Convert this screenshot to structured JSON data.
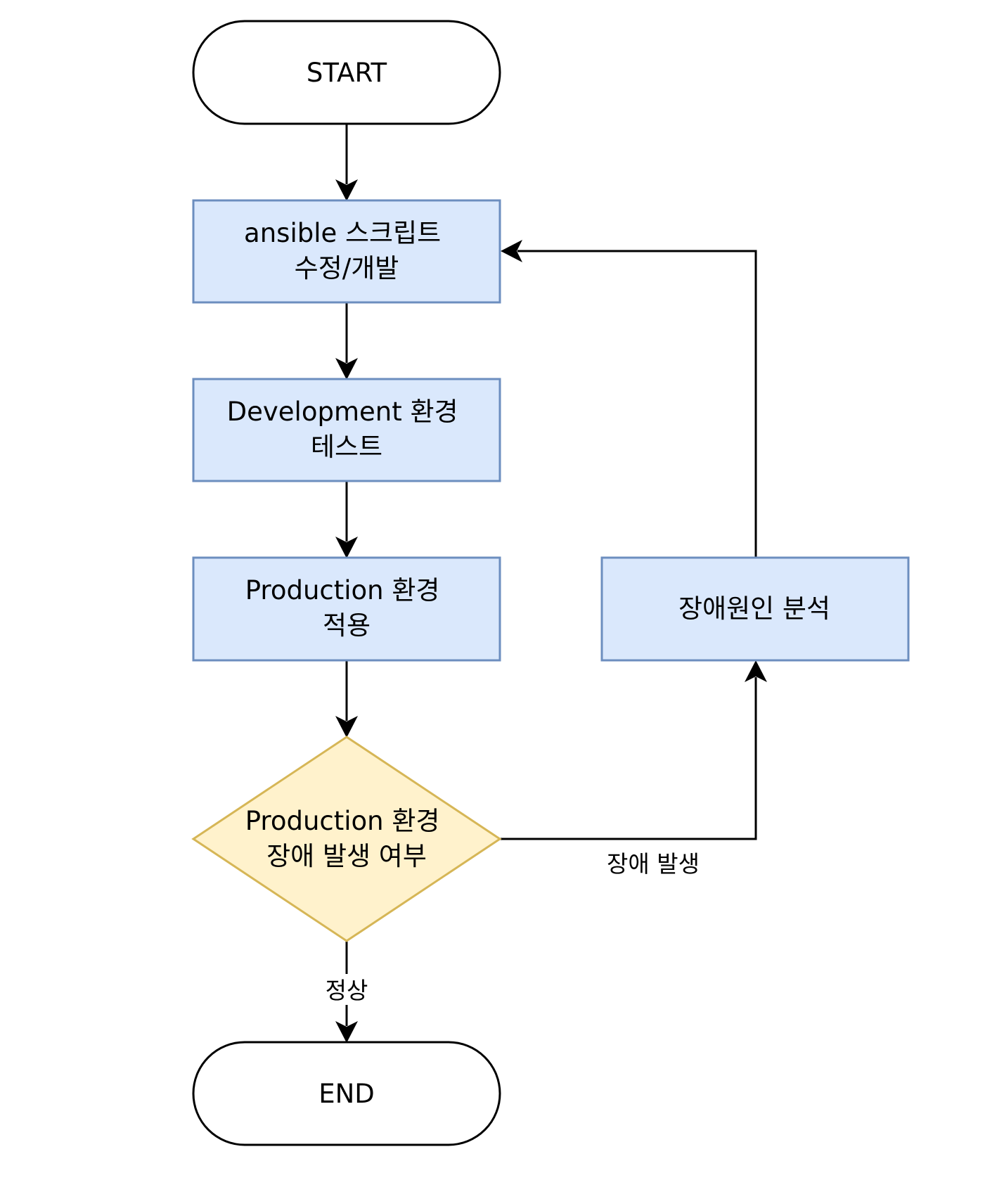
{
  "colors": {
    "terminal_fill": "#ffffff",
    "terminal_stroke": "#000000",
    "process_fill": "#dae8fc",
    "process_stroke": "#6c8ebf",
    "decision_fill": "#fff2cc",
    "decision_stroke": "#d6b656",
    "edge": "#000000"
  },
  "nodes": {
    "start": {
      "lines": [
        "START"
      ]
    },
    "edit_script": {
      "lines": [
        "ansible 스크립트",
        "수정/개발"
      ]
    },
    "dev_test": {
      "lines": [
        "Development 환경",
        "테스트"
      ]
    },
    "prod_apply": {
      "lines": [
        "Production 환경",
        "적용"
      ]
    },
    "decision": {
      "lines": [
        "Production 환경",
        "장애 발생 여부"
      ]
    },
    "root_cause": {
      "lines": [
        "장애원인 분석"
      ]
    },
    "end": {
      "lines": [
        "END"
      ]
    }
  },
  "edges": {
    "failure_label": "장애 발생",
    "normal_label": "정상"
  }
}
